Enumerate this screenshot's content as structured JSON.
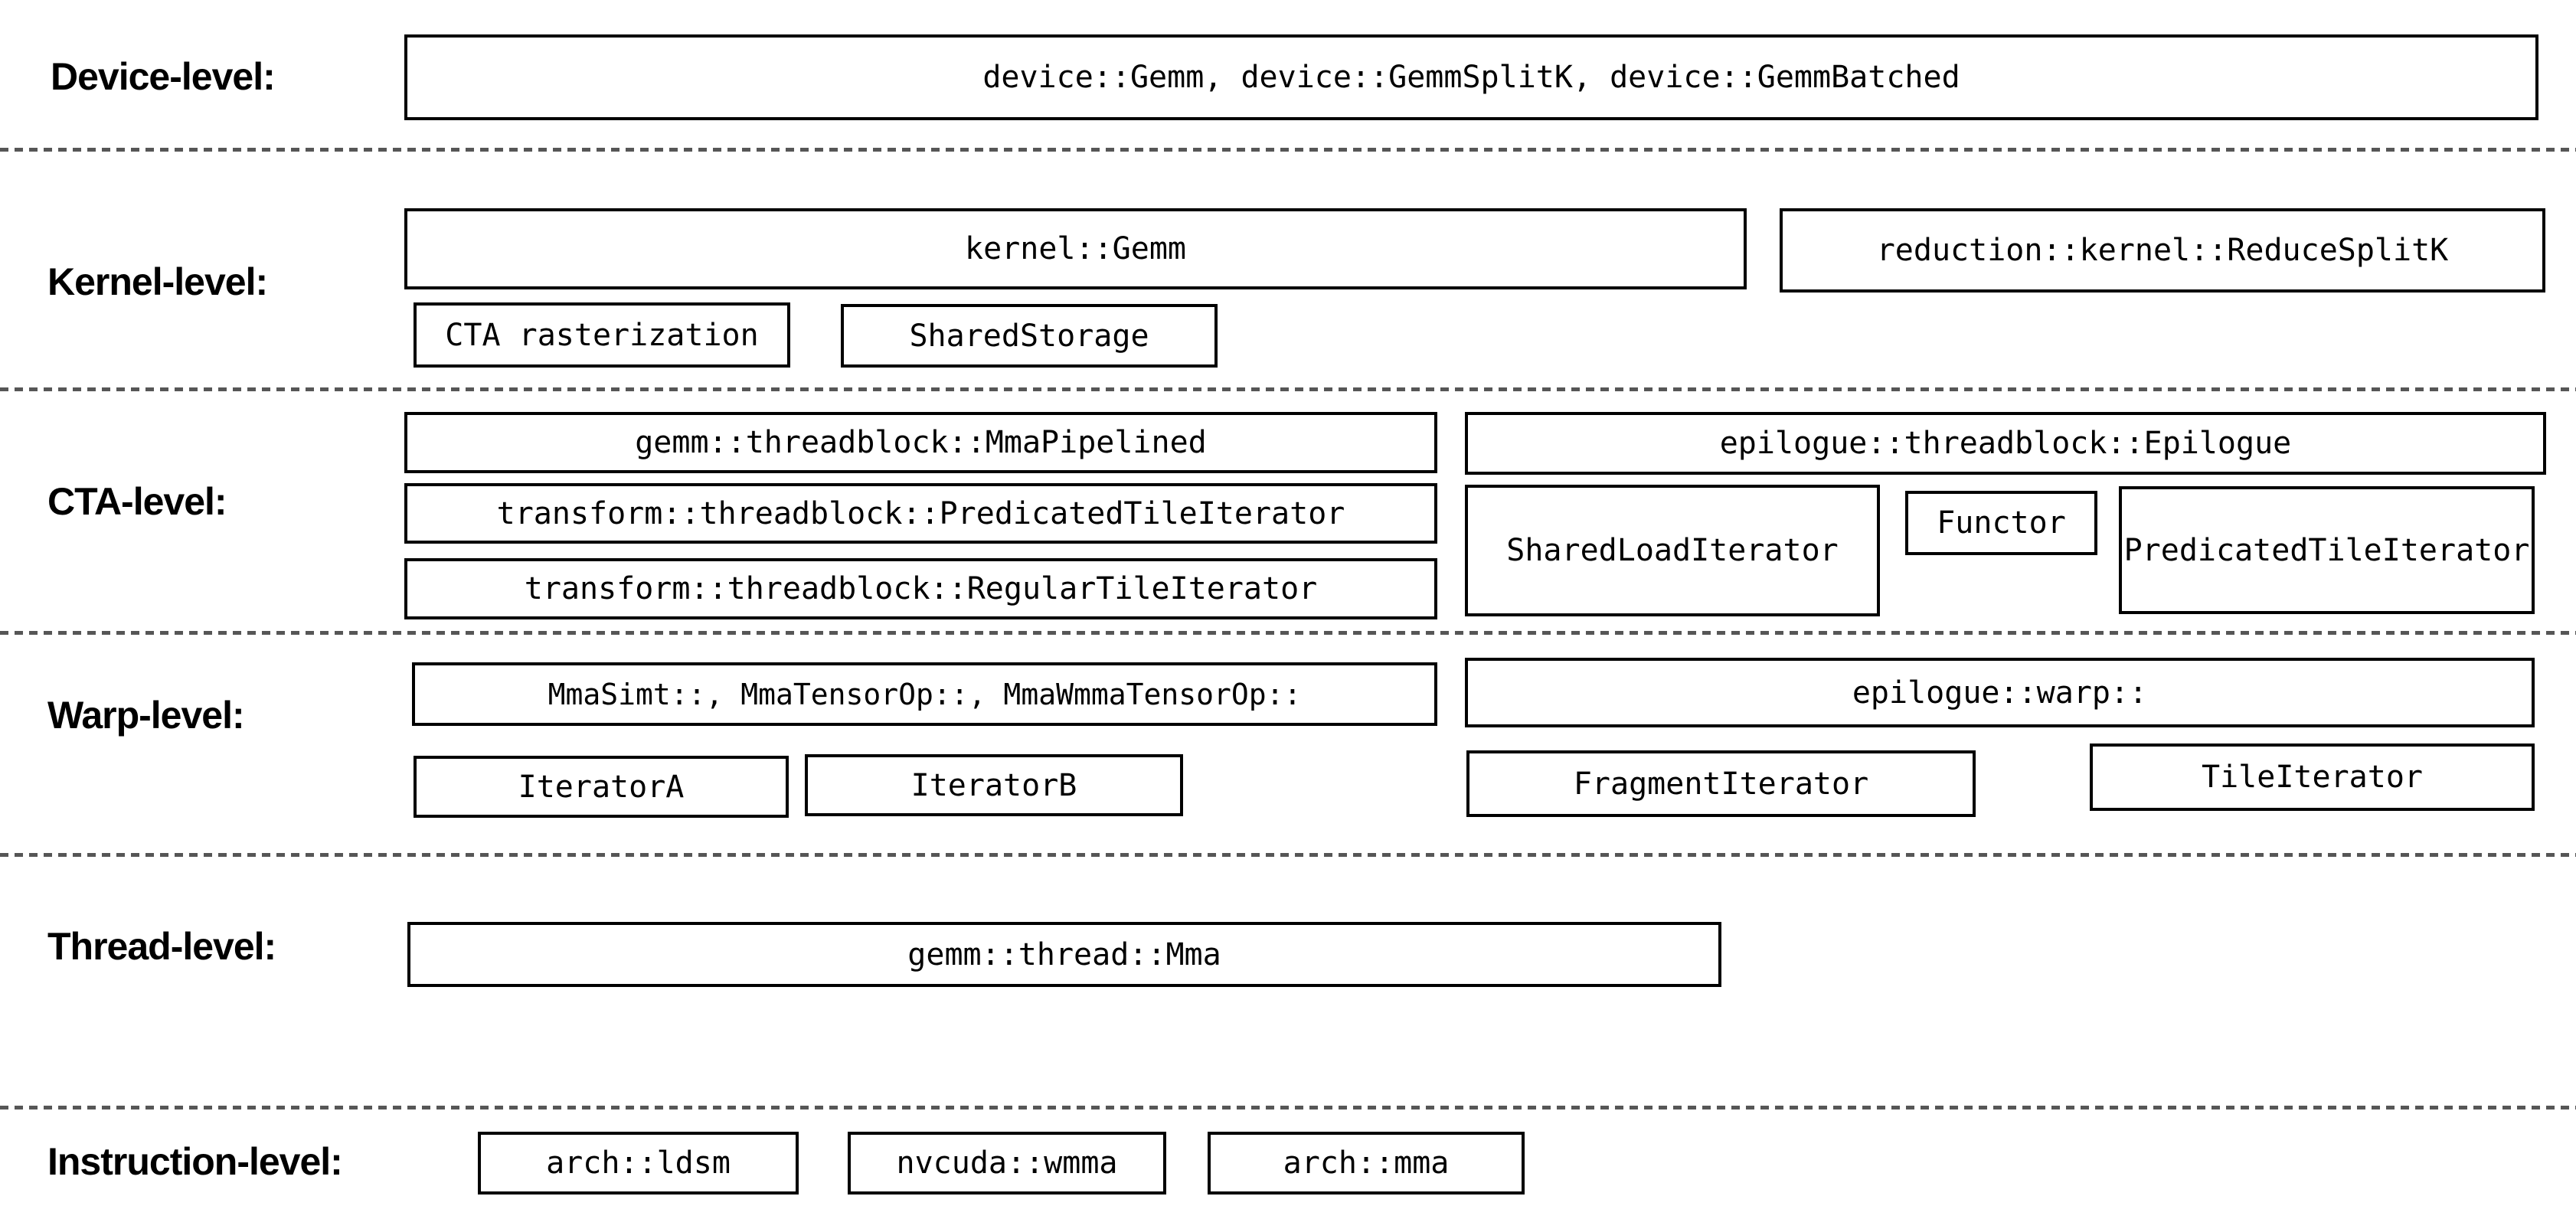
{
  "colors": {
    "background": "#ffffff",
    "text": "#000000",
    "box_border": "#000000",
    "divider": "#565656"
  },
  "levels": {
    "device": {
      "label": "Device-level:",
      "main": "device::Gemm, device::GemmSplitK, device::GemmBatched"
    },
    "kernel": {
      "label": "Kernel-level:",
      "gemm": "kernel::Gemm",
      "reduce_splitk": "reduction::kernel::ReduceSplitK",
      "cta_rasterization": "CTA rasterization",
      "shared_storage": "SharedStorage"
    },
    "cta": {
      "label": "CTA-level:",
      "mma_pipelined": "gemm::threadblock::MmaPipelined",
      "predicated_tile_iterator": "transform::threadblock::PredicatedTileIterator",
      "regular_tile_iterator": "transform::threadblock::RegularTileIterator",
      "epilogue": "epilogue::threadblock::Epilogue",
      "shared_load_iterator": "SharedLoadIterator",
      "functor": "Functor",
      "epilogue_predicated_tile_iterator": "PredicatedTileIterator"
    },
    "warp": {
      "label": "Warp-level:",
      "mma_ops": "MmaSimt::, MmaTensorOp::, MmaWmmaTensorOp::",
      "iterator_a": "IteratorA",
      "iterator_b": "IteratorB",
      "epilogue": "epilogue::warp::",
      "fragment_iterator": "FragmentIterator",
      "tile_iterator": "TileIterator"
    },
    "thread": {
      "label": "Thread-level:",
      "mma": "gemm::thread::Mma"
    },
    "instruction": {
      "label": "Instruction-level:",
      "ldsm": "arch::ldsm",
      "wmma": "nvcuda::wmma",
      "mma": "arch::mma"
    }
  }
}
